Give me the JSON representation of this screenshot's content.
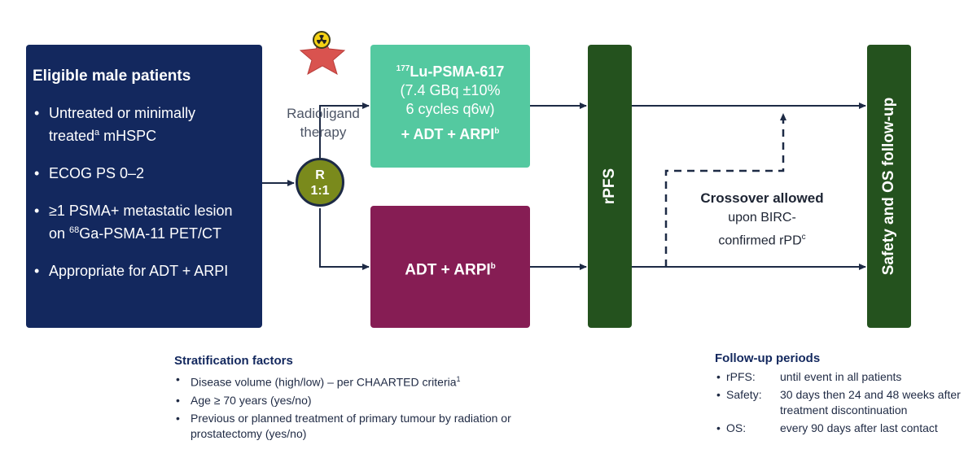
{
  "eligibility": {
    "title": "Eligible male patients",
    "items": [
      {
        "text": "Untreated or minimally",
        "line2_prefix": "treated",
        "sup": "a",
        "line2_suffix": " mHSPC"
      },
      {
        "text": "ECOG PS 0–2"
      },
      {
        "text": "≥1 PSMA+ metastatic lesion",
        "line2_prefix": "on ",
        "sup": "68",
        "line2_suffix": "Ga-PSMA-11 PET/CT"
      },
      {
        "text": "Appropriate for ADT + ARPI"
      }
    ]
  },
  "randomisation": {
    "label": "R",
    "ratio": "1:1"
  },
  "radioligand_label": "Radioligand therapy",
  "arm1": {
    "sup_iso": "177",
    "name": "Lu-PSMA-617",
    "dose": "(7.4 GBq ±10%",
    "cycles": "6 cycles q6w)",
    "combo": "+ ADT + ARPI",
    "combo_sup": "b"
  },
  "arm2": {
    "label": "ADT + ARPI",
    "sup": "b"
  },
  "rpfs_bar": "rPFS",
  "safety_bar": "Safety and OS follow-up",
  "crossover": {
    "title": "Crossover allowed",
    "line1": "upon BIRC-",
    "line2": "confirmed rPD",
    "sup": "c"
  },
  "stratification": {
    "title": "Stratification factors",
    "items": [
      {
        "text": "Disease volume (high/low) – per CHAARTED criteria",
        "sup": "1"
      },
      {
        "text": "Age ≥ 70 years (yes/no)"
      },
      {
        "text": "Previous or planned treatment of primary tumour by radiation or prostatectomy (yes/no)"
      }
    ]
  },
  "followup": {
    "title": "Follow-up periods",
    "items": [
      {
        "label": "rPFS:",
        "value": "until event in all patients"
      },
      {
        "label": "Safety:",
        "value": "30 days then 24 and 48 weeks after treatment discontinuation"
      },
      {
        "label": "OS:",
        "value": "every 90 days after last contact"
      }
    ]
  },
  "colors": {
    "navy": "#13285e",
    "arm1_teal": "#54c9a0",
    "arm2_maroon": "#861d54",
    "bar_green": "#24521e",
    "rand_olive": "#7a8a1c",
    "star_red": "#d9534f",
    "radiation_yellow": "#f5d214"
  },
  "icons": {
    "radiation": "radiation-hazard-icon",
    "star": "star-icon"
  }
}
